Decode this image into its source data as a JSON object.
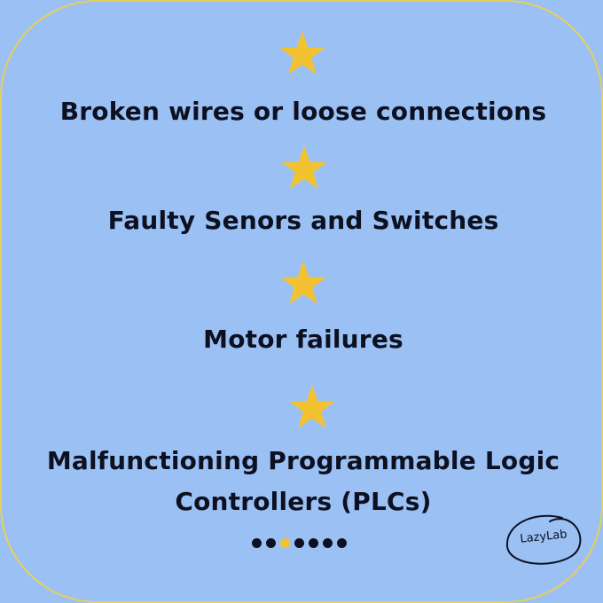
{
  "items": [
    {
      "label": "Broken wires or loose connections"
    },
    {
      "label": "Faulty Senors and Switches"
    },
    {
      "label": "Motor failures"
    },
    {
      "label_line1": "Malfunctioning Programmable Logic",
      "label_line2": "Controllers (PLCs)"
    }
  ],
  "icons": {
    "star": "star-icon"
  },
  "pagination": {
    "total": 7,
    "active_index": 2
  },
  "logo": {
    "text": "LazyLab"
  },
  "colors": {
    "background": "#9bc1f4",
    "border": "#e8cf5a",
    "star": "#f2c230",
    "text": "#0d1020",
    "dot": "#0d1020",
    "dot_active": "#f2c230"
  }
}
